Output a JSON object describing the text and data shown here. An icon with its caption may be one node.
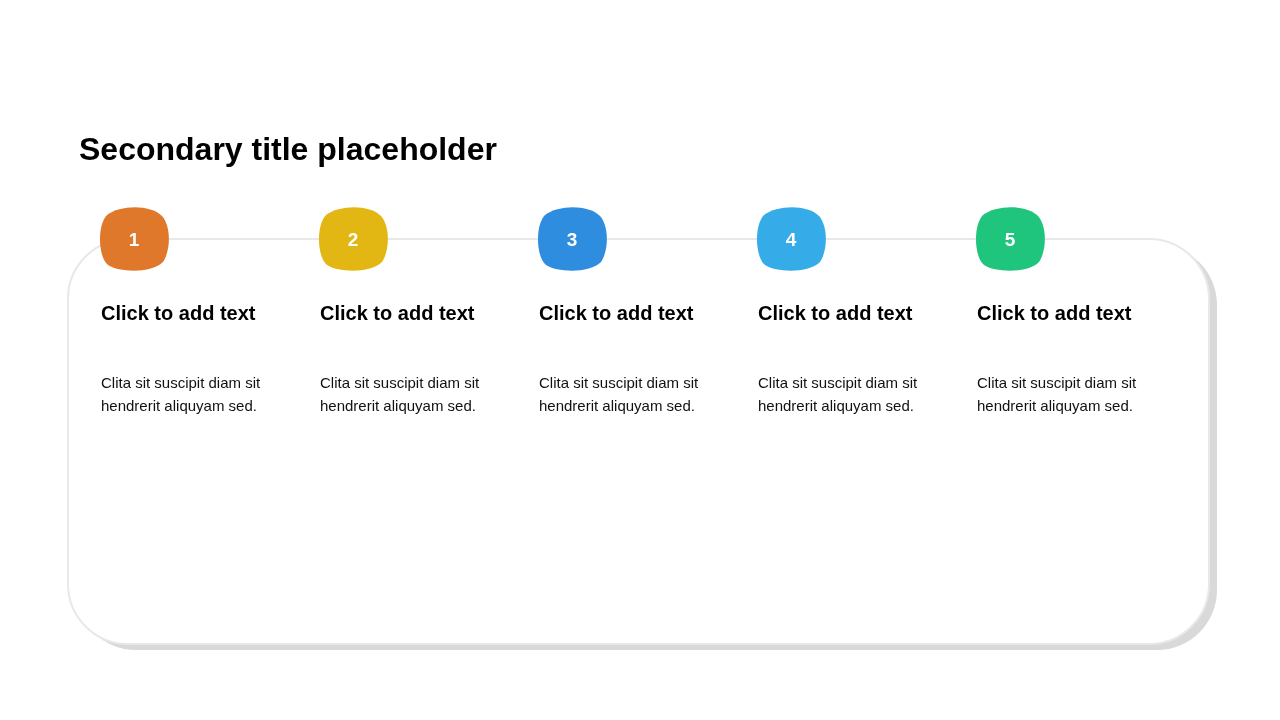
{
  "diagram": {
    "title": "Secondary title placeholder",
    "nodes": [
      {
        "text": [
          "1"
        ],
        "beside": [
          "Click to add text",
          "Clita sit suscipit diam sit hendrerit aliquyam sed."
        ]
      },
      {
        "text": [
          "2"
        ],
        "beside": [
          "Click to add text",
          "Clita sit suscipit diam sit hendrerit aliquyam sed."
        ]
      },
      {
        "text": [
          "3"
        ],
        "beside": [
          "Click to add text",
          "Clita sit suscipit diam sit hendrerit aliquyam sed."
        ]
      },
      {
        "text": [
          "4"
        ],
        "beside": [
          "Click to add text",
          "Clita sit suscipit diam sit hendrerit aliquyam sed."
        ]
      },
      {
        "text": [
          "5"
        ],
        "beside": [
          "Click to add text",
          "Clita sit suscipit diam sit hendrerit aliquyam sed."
        ]
      }
    ]
  }
}
